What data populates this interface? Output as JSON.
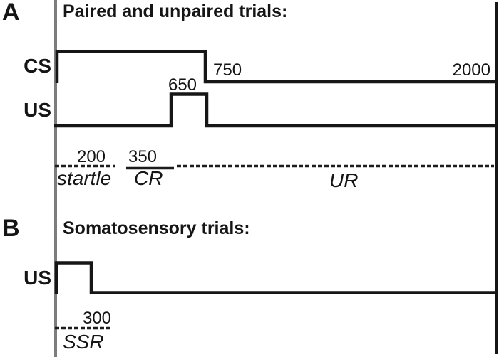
{
  "panel_a": {
    "panel_label": "A",
    "title": "Paired and unpaired trials:",
    "rows": {
      "cs": "CS",
      "us": "US"
    },
    "times": {
      "us_onset": "650",
      "cs_end": "750",
      "trial_end": "2000",
      "startle_window": "200",
      "cr_onset": "350"
    },
    "response_labels": {
      "startle": "startle",
      "cr": "CR",
      "ur": "UR"
    }
  },
  "panel_b": {
    "panel_label": "B",
    "title": "Somatosensory trials:",
    "rows": {
      "us": "US"
    },
    "times": {
      "ssr_window": "300"
    },
    "response_labels": {
      "ssr": "SSR"
    }
  },
  "colors": {
    "trace": "#161616",
    "timeline_axis": "#7d7d7d",
    "dashed_line": "#1c1c1c",
    "background": "#ffffff"
  }
}
